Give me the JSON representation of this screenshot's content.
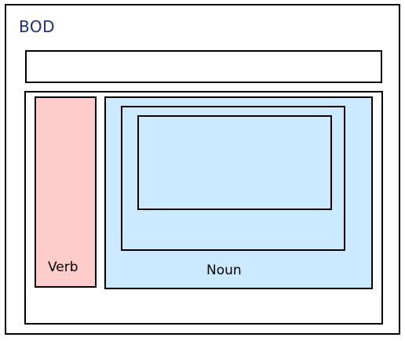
{
  "diagram": {
    "title": "BOD",
    "verb_label": "Verb",
    "noun_label": "Noun"
  },
  "colors": {
    "title": "#1f2e7a",
    "verb_fill": "#ffcccc",
    "noun_fill": "#cceaff",
    "border": "#000000"
  }
}
